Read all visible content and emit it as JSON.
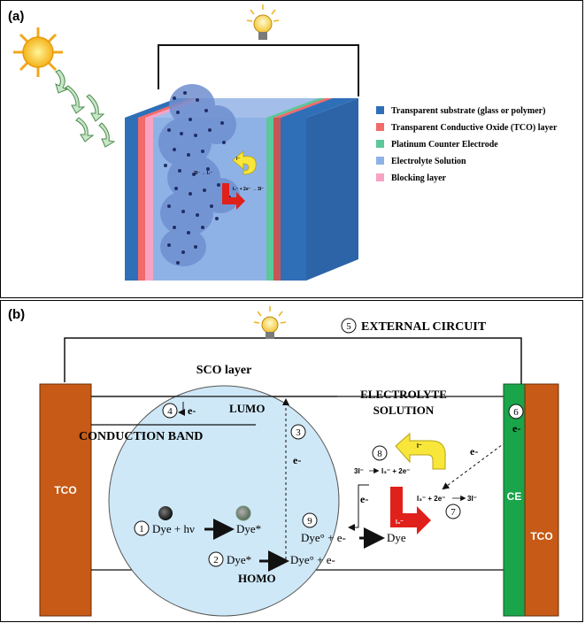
{
  "panel_a": {
    "label": "(a)",
    "legend": [
      {
        "text": "Transparent substrate (glass or polymer)",
        "color": "#2f6fb8"
      },
      {
        "text": "Transparent Conductive Oxide (TCO) layer",
        "color": "#f26a6a"
      },
      {
        "text": "Platinum Counter Electrode",
        "color": "#5cc79a"
      },
      {
        "text": "Electrolyte Solution",
        "color": "#8fb2e6"
      },
      {
        "text": "Blocking layer",
        "color": "#f7a3c4"
      }
    ],
    "inner_labels": {
      "i_ion": "3I⁻ → I₃⁻",
      "i_ion2": "I₃⁻ + 2e⁻ → 3I⁻",
      "arrow_i": "I⁻"
    }
  },
  "panel_b": {
    "label": "(b)",
    "sco_layer": "SCO layer",
    "lumo": "LUMO",
    "homo": "HOMO",
    "conduction_band": "CONDUCTION BAND",
    "electrolyte": [
      "ELECTROLYTE",
      "SOLUTION"
    ],
    "external_circuit": "EXTERNAL CIRCUIT",
    "tco_left": "TCO",
    "tco_right": "TCO",
    "ce": "CE",
    "electron": "e-",
    "steps": {
      "s1": {
        "num": "1",
        "lhs": "Dye + hν",
        "rhs": "Dye*"
      },
      "s2": {
        "num": "2",
        "lhs": "Dye*",
        "rhs": "Dye° + e-"
      },
      "s3": {
        "num": "3"
      },
      "s4": {
        "num": "4"
      },
      "s5": {
        "num": "5"
      },
      "s6": {
        "num": "6"
      },
      "s7": {
        "num": "7"
      },
      "s8": {
        "num": "8",
        "eq_lhs": "3I⁻",
        "eq_rhs": "I₃⁻ + 2e⁻"
      },
      "s9": {
        "num": "9",
        "lhs": "Dye° + e-",
        "rhs": "Dye"
      }
    },
    "eq7": "I₃⁻ + 2e⁻",
    "eq7_rhs": "3I⁻",
    "arrow_i": "I⁻",
    "arrow_i3": "I₃⁻"
  },
  "colors": {
    "substrate": "#2f6fb8",
    "tco": "#f26a6a",
    "pt": "#5cc79a",
    "electrolyte": "#8fb2e6",
    "blocking": "#f7a3c4",
    "tco_block": "#c65a16",
    "ce_block": "#1aa54a",
    "sco": "#cfe8f7"
  }
}
